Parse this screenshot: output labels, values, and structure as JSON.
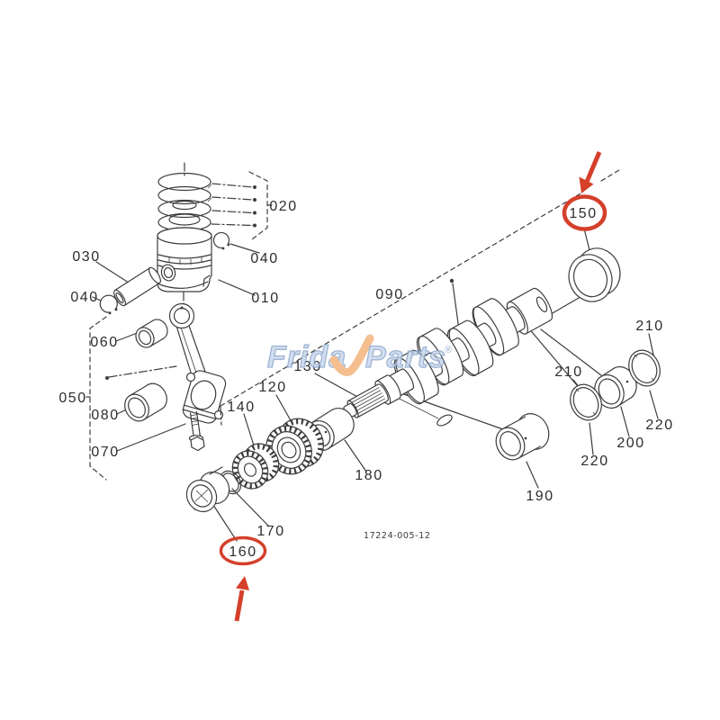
{
  "diagram": {
    "drawing_number": "17224-005-12",
    "highlighted_parts": [
      "150",
      "160"
    ],
    "part_labels": {
      "p010": "010",
      "p020": "020",
      "p030": "030",
      "p040_top": "040",
      "p040_left": "040",
      "p050": "050",
      "p060": "060",
      "p070": "070",
      "p080": "080",
      "p090": "090",
      "p120": "120",
      "p130": "130",
      "p140": "140",
      "p150": "150",
      "p160": "160",
      "p170": "170",
      "p180": "180",
      "p190": "190",
      "p200": "200",
      "p210_left": "210",
      "p210_right": "210",
      "p220_left": "220",
      "p220_right": "220"
    }
  },
  "watermark": {
    "text_left": "Frida",
    "text_right": "Parts",
    "registered_mark": "®"
  },
  "colors": {
    "line": "#3d3d3d",
    "highlight_red": "#d5402b",
    "watermark_fill": "#c9d6ec",
    "watermark_stroke": "#8aa6cb",
    "watermark_swoosh": "#f2b077"
  }
}
